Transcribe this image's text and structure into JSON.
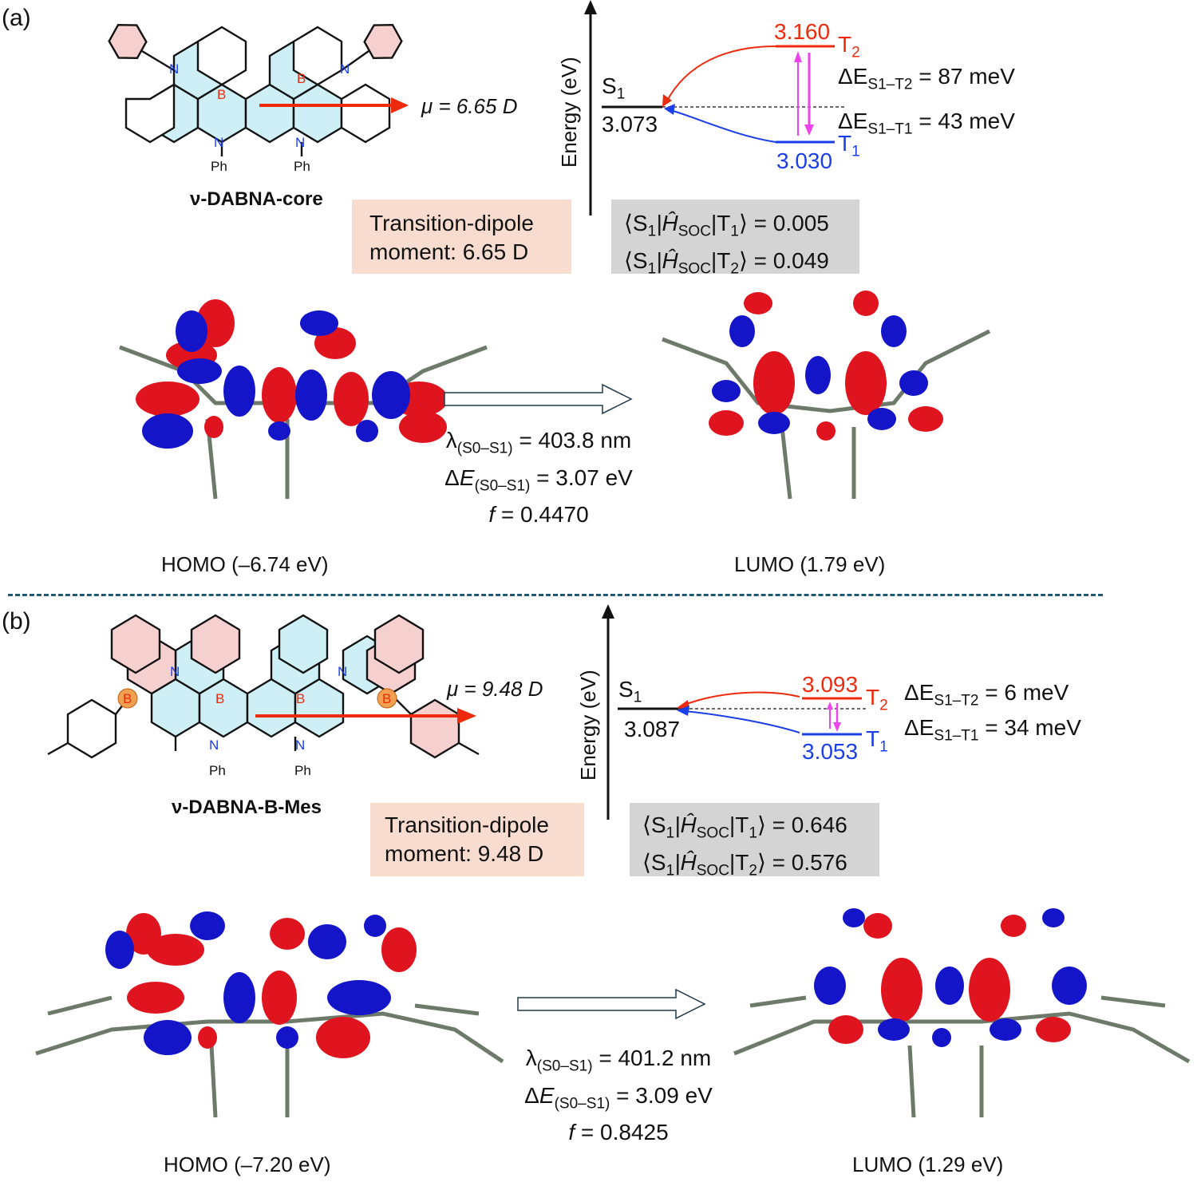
{
  "divider_color": "#1f5a73",
  "colors": {
    "red": "#ee2a0c",
    "blue": "#1a3ee8",
    "magenta": "#ee44ee",
    "orbital_red": "#e0141e",
    "orbital_blue": "#1414c8",
    "ring_fill_blue": "#cdeff5",
    "ring_fill_pink": "#f6cfcf",
    "box_pink": "#f7dccf",
    "box_grey": "#d4d4d4"
  },
  "a": {
    "label": "(a)",
    "molecule": {
      "name": "ν-DABNA-core",
      "dipole_mu": "μ = 6.65 D",
      "atom_B": "B",
      "atom_N": "N",
      "ph": "Ph"
    },
    "transition_dipole": {
      "line1": "Transition-dipole",
      "line2": "moment: 6.65 D"
    },
    "energy": {
      "axis_label": "Energy (eV)",
      "S1_label": "S",
      "S1_sub": "1",
      "S1_value": "3.073",
      "T2_value": "3.160",
      "T2_label": "T",
      "T2_sub": "2",
      "T1_value": "3.030",
      "T1_label": "T",
      "T1_sub": "1",
      "dE_S1T2": {
        "prefix": "ΔE",
        "sub": "S1–T2",
        "value": " = 87 meV"
      },
      "dE_S1T1": {
        "prefix": "ΔE",
        "sub": "S1–T1",
        "value": " = 43 meV"
      }
    },
    "soc": [
      {
        "bra": "⟨S",
        "bra_sub": "1",
        "op": "|Ĥ",
        "op_sub": "SOC",
        "ket": "|T",
        "ket_sub": "1",
        "value": "⟩ = 0.005"
      },
      {
        "bra": "⟨S",
        "bra_sub": "1",
        "op": "|Ĥ",
        "op_sub": "SOC",
        "ket": "|T",
        "ket_sub": "2",
        "value": "⟩ = 0.049"
      }
    ],
    "transition": {
      "lambda_prefix": "λ",
      "lambda_sub": "(S0–S1)",
      "lambda_value": " = 403.8 nm",
      "dE_prefix": "Δ",
      "dE_italic": "E",
      "dE_sub": "(S0–S1)",
      "dE_value": " = 3.07 eV",
      "f_italic": "f",
      "f_value": " = 0.4470"
    },
    "homo_label": "HOMO (–6.74 eV)",
    "lumo_label": "LUMO (1.79 eV)"
  },
  "b": {
    "label": "(b)",
    "molecule": {
      "name": "ν-DABNA-B-Mes",
      "dipole_mu": "μ = 9.48 D",
      "atom_B": "B",
      "atom_N": "N",
      "ph": "Ph"
    },
    "transition_dipole": {
      "line1": "Transition-dipole",
      "line2": "moment: 9.48 D"
    },
    "energy": {
      "axis_label": "Energy (eV)",
      "S1_label": "S",
      "S1_sub": "1",
      "S1_value": "3.087",
      "T2_value": "3.093",
      "T2_label": "T",
      "T2_sub": "2",
      "T1_value": "3.053",
      "T1_label": "T",
      "T1_sub": "1",
      "dE_S1T2": {
        "prefix": "ΔE",
        "sub": "S1–T2",
        "value": " = 6 meV"
      },
      "dE_S1T1": {
        "prefix": "ΔE",
        "sub": "S1–T1",
        "value": " = 34 meV"
      }
    },
    "soc": [
      {
        "bra": "⟨S",
        "bra_sub": "1",
        "op": "|Ĥ",
        "op_sub": "SOC",
        "ket": "|T",
        "ket_sub": "1",
        "value": "⟩ = 0.646"
      },
      {
        "bra": "⟨S",
        "bra_sub": "1",
        "op": "|Ĥ",
        "op_sub": "SOC",
        "ket": "|T",
        "ket_sub": "2",
        "value": "⟩ = 0.576"
      }
    ],
    "transition": {
      "lambda_prefix": "λ",
      "lambda_sub": "(S0–S1)",
      "lambda_value": " = 401.2 nm",
      "dE_prefix": "Δ",
      "dE_italic": "E",
      "dE_sub": "(S0–S1)",
      "dE_value": " = 3.09 eV",
      "f_italic": "f",
      "f_value": " = 0.8425"
    },
    "homo_label": "HOMO (–7.20 eV)",
    "lumo_label": "LUMO (1.29 eV)"
  }
}
